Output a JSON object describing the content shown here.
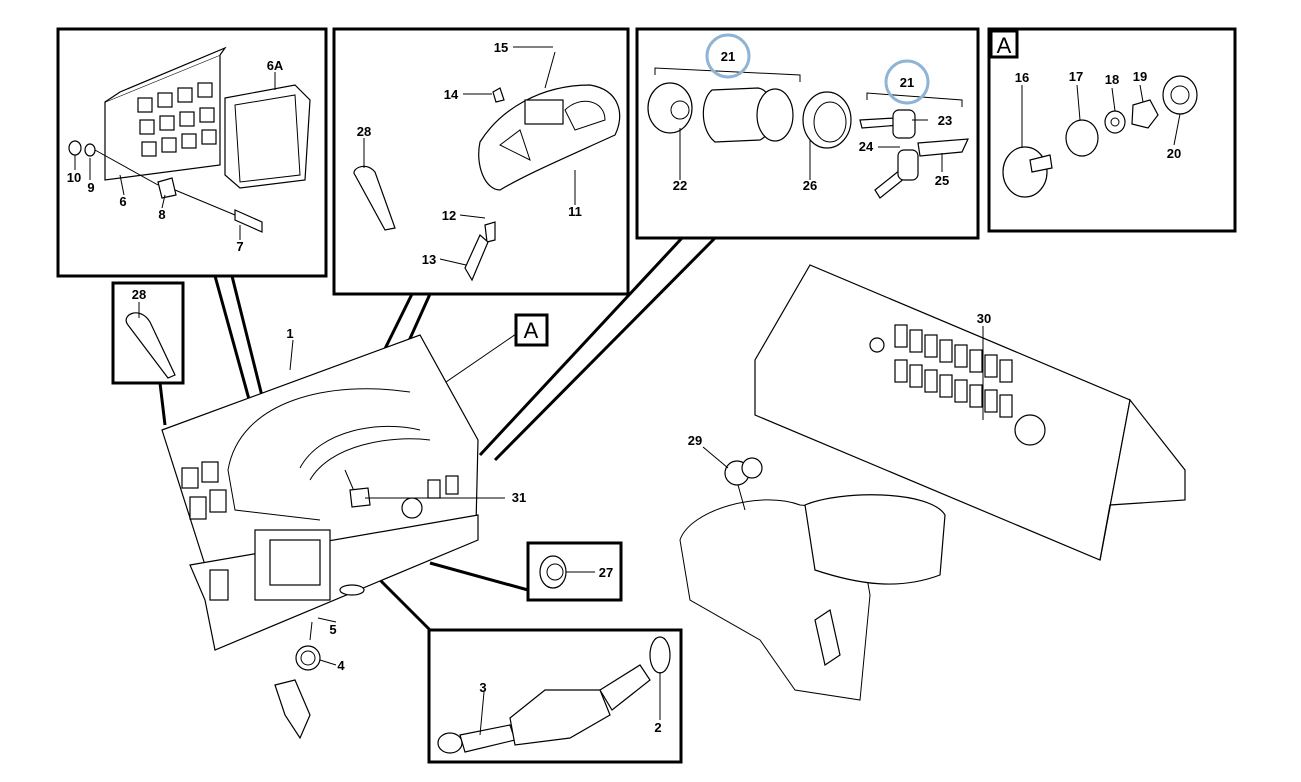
{
  "colors": {
    "highlight_circle": "#8fb4d6",
    "line": "#000000",
    "background": "#ffffff"
  },
  "labels": {
    "p1": "1",
    "p2": "2",
    "p3": "3",
    "p4": "4",
    "p5": "5",
    "p6": "6",
    "p6a": "6A",
    "p7": "7",
    "p8": "8",
    "p9": "9",
    "p10": "10",
    "p11": "11",
    "p12": "12",
    "p13": "13",
    "p14": "14",
    "p15": "15",
    "p16": "16",
    "p17": "17",
    "p18": "18",
    "p19": "19",
    "p20": "20",
    "p21a": "21",
    "p21b": "21",
    "p22": "22",
    "p23": "23",
    "p24": "24",
    "p25": "25",
    "p26": "26",
    "p27": "27",
    "p28a": "28",
    "p28b": "28",
    "p29": "29",
    "p30": "30",
    "p31": "31"
  },
  "detail_tags": {
    "a_main": "A",
    "a_detail": "A"
  }
}
